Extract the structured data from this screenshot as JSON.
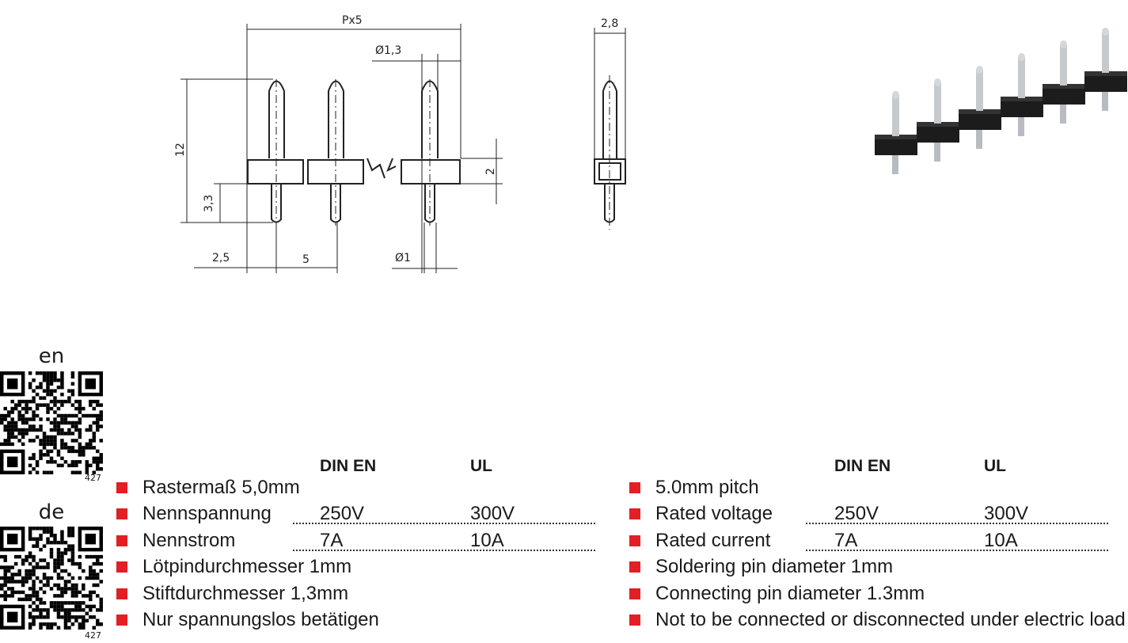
{
  "drawing": {
    "dim_pitch_total": "Px5",
    "dim_pin_diameter": "Ø1,3",
    "dim_height": "12",
    "dim_bottom": "3,3",
    "dim_body": "2",
    "dim_offset": "2,5",
    "dim_pitch": "5",
    "dim_solder_diameter": "Ø1",
    "dim_width": "2,8"
  },
  "qr_codes": [
    {
      "lang": "en",
      "number": "427"
    },
    {
      "lang": "de",
      "number": "427"
    }
  ],
  "colors": {
    "bullet": "#e31e24"
  },
  "specs_de": {
    "col1": "DIN EN",
    "col2": "UL",
    "rows": [
      {
        "label": "Rastermaß 5,0mm"
      },
      {
        "label": "Nennspannung",
        "din": "250V",
        "ul": "300V"
      },
      {
        "label": "Nennstrom",
        "din": "7A",
        "ul": "10A"
      },
      {
        "label": "Lötpindurchmesser 1mm"
      },
      {
        "label": "Stiftdurchmesser 1,3mm"
      },
      {
        "label": "Nur spannungslos betätigen"
      }
    ]
  },
  "specs_en": {
    "col1": "DIN EN",
    "col2": "UL",
    "rows": [
      {
        "label": "5.0mm pitch"
      },
      {
        "label": "Rated voltage",
        "din": "250V",
        "ul": "300V"
      },
      {
        "label": "Rated current",
        "din": "7A",
        "ul": "10A"
      },
      {
        "label": "Soldering pin diameter 1mm"
      },
      {
        "label": "Connecting pin diameter 1.3mm"
      },
      {
        "label": "Not to be connected or disconnected under electric load"
      }
    ]
  }
}
